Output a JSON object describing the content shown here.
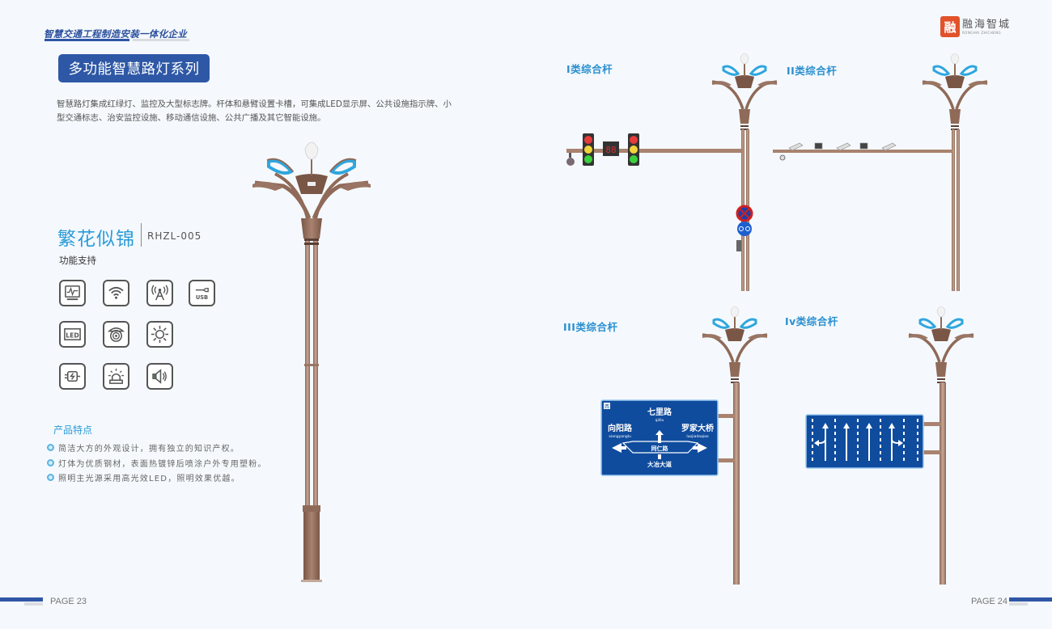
{
  "left_page": {
    "tagline": "智慧交通工程制造安装一体化企业",
    "series_title": "多功能智慧路灯系列",
    "intro": "智慧路灯集成红绿灯、监控及大型标志牌。杆体和悬臂设置卡槽，可集成LED显示屏、公共设施指示牌、小型交通标志、治安监控设施、移动通信设施、公共广播及其它智能设施。",
    "model_name": "繁花似锦",
    "model_code": "RHZL-005",
    "function_label": "功能支持",
    "function_icons": [
      "monitor-display-icon",
      "wifi-icon",
      "antenna-tower-icon",
      "usb-icon",
      "led-display-icon",
      "dome-camera-icon",
      "light-sun-icon",
      "charging-plug-icon",
      "alarm-beacon-icon",
      "speaker-broadcast-icon"
    ],
    "features_title": "产品特点",
    "features": [
      "简洁大方的外观设计，拥有独立的知识产权。",
      "灯体为优质钢材，表面热镀锌后喷涂户外专用塑粉。",
      "照明主光源采用高光效LED，照明效果优越。"
    ],
    "page_number": "PAGE 23"
  },
  "right_page": {
    "logo": {
      "mark": "融",
      "name_cn": "融海智城",
      "name_en": "RONGHAI ZHICHENG"
    },
    "pole_types": [
      {
        "label": "I类综合杆",
        "attachments": [
          "traffic-light",
          "countdown-display",
          "traffic-light",
          "ptz-camera",
          "no-parking-sign",
          "non-motor-vehicle-sign"
        ]
      },
      {
        "label": "II类综合杆",
        "attachments": [
          "bullet-camera",
          "flood-light",
          "bullet-camera",
          "flood-light",
          "bullet-camera",
          "dome-camera"
        ]
      },
      {
        "label": "III类综合杆",
        "attachments": [
          "guide-sign"
        ]
      },
      {
        "label": "Iv类综合杆",
        "attachments": [
          "lane-sign"
        ]
      }
    ],
    "guide_sign": {
      "badge": "西",
      "north": "七里路",
      "north_pinyin": "qililu",
      "west": "向阳路",
      "west_pinyin": "xiangyanglu",
      "east": "罗家大桥",
      "east_pinyin": "luojiadaqiao",
      "center": "同仁路",
      "south": "大冶大道"
    },
    "page_number": "PAGE 24"
  },
  "colors": {
    "brand_blue": "#2e56a5",
    "accent_cyan": "#2a9bd8",
    "pole_bronze": "#a9836f",
    "sign_blue": "#0f4c9e",
    "logo_orange": "#e2522a"
  }
}
